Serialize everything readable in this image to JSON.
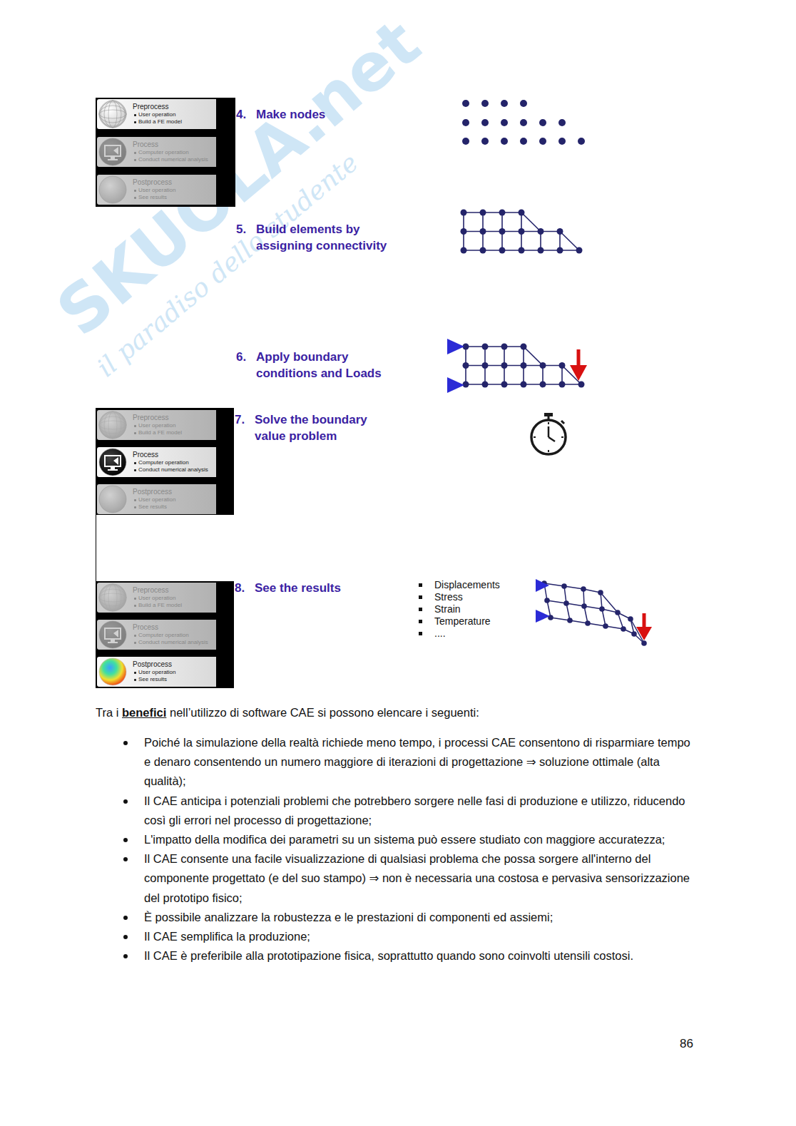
{
  "diagram": {
    "nodes": [
      {
        "text": [
          "Preprocess",
          "User operation",
          "Build a FE model"
        ]
      },
      {
        "text": [
          "Process",
          "Computer operation",
          "Conduct numerical analysis"
        ]
      },
      {
        "text": [
          "Postprocess",
          "User operation",
          "See results"
        ]
      },
      {
        "text": [
          "Preprocess",
          "User operation",
          "Build a FE model"
        ]
      },
      {
        "text": [
          "Process",
          "Computer operation",
          "Conduct numerical analysis"
        ]
      },
      {
        "text": [
          "Postprocess",
          "User operation",
          "See results"
        ]
      },
      {
        "text": [
          "Preprocess",
          "User operation",
          "Build a FE model"
        ]
      },
      {
        "text": [
          "Process",
          "Computer operation",
          "Conduct numerical analysis"
        ]
      },
      {
        "text": [
          "Postprocess",
          "User operation",
          "See results"
        ]
      }
    ],
    "labels": [
      "SKUOLA.net",
      "il paradiso dello studente",
      "4.",
      "Make nodes",
      "5.",
      "Build elements by assigning connectivity",
      "6.",
      "Apply boundary conditions and Loads",
      "7.",
      "Solve the boundary value problem",
      "8.",
      "See the results",
      "Displacements",
      "Stress",
      "Strain",
      "Temperature",
      "....",
      "Tra i",
      "benefici",
      "nell’utilizzo di software CAE si possono elencare i seguenti:",
      "Poiché la simulazione della realtà richiede meno tempo, i processi CAE consentono di risparmiare tempo e denaro consentendo un numero maggiore di iterazioni di progettazione ⇒ soluzione ottimale (alta qualità);",
      "Il CAE anticipa i potenziali problemi che potrebbero sorgere nelle fasi di produzione e utilizzo, riducendo così gli errori nel processo di progettazione;",
      "L'impatto della modifica dei parametri su un sistema può essere studiato con maggiore accuratezza;",
      "Il CAE consente una facile visualizzazione di qualsiasi problema che possa sorgere all'interno del componente progettato (e del suo stampo) ⇒ non è necessaria una costosa e pervasiva sensorizzazione del prototipo fisico;",
      "È possibile analizzare la robustezza e le prestazioni di componenti ed assiemi;",
      "Il CAE semplifica la produzione;",
      "Il CAE è preferibile alla prototipazione fisica, soprattutto quando sono coinvolti utensili costosi.",
      "86"
    ]
  }
}
